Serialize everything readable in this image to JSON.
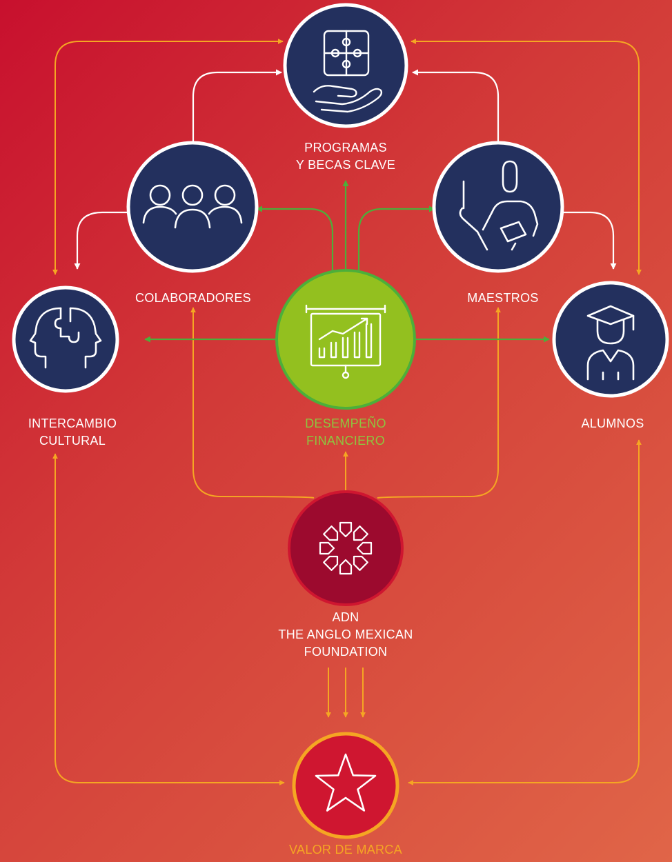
{
  "colors": {
    "navy": "#23305e",
    "green_node": "#93c01f",
    "green_line": "#4caf3a",
    "orange_line": "#f5a623",
    "maroon_node": "#9c0a2e",
    "star_node": "#cf1630",
    "white": "#ffffff"
  },
  "nodes": {
    "programas": {
      "line1": "PROGRAMAS",
      "line2": "Y BECAS CLAVE",
      "icon": "puzzle-hand-icon"
    },
    "colaboradores": {
      "line1": "COLABORADORES",
      "icon": "team-people-icon"
    },
    "maestros": {
      "line1": "MAESTROS",
      "icon": "teacher-pointer-icon"
    },
    "intercambio": {
      "line1": "INTERCAMBIO",
      "line2": "CULTURAL",
      "icon": "heads-puzzle-icon"
    },
    "desempeno": {
      "line1": "DESEMPEÑO",
      "line2": "FINANCIERO",
      "icon": "presentation-chart-icon",
      "label_color": "#8dc63f"
    },
    "alumnos": {
      "line1": "ALUMNOS",
      "icon": "graduate-icon"
    },
    "adn": {
      "line1": "ADN",
      "line2": "THE ANGLO MEXICAN",
      "line3": "FOUNDATION",
      "icon": "foundation-logo-icon"
    },
    "valor": {
      "line1": "VALOR DE MARCA",
      "icon": "star-icon",
      "label_color": "#f5a623"
    }
  }
}
